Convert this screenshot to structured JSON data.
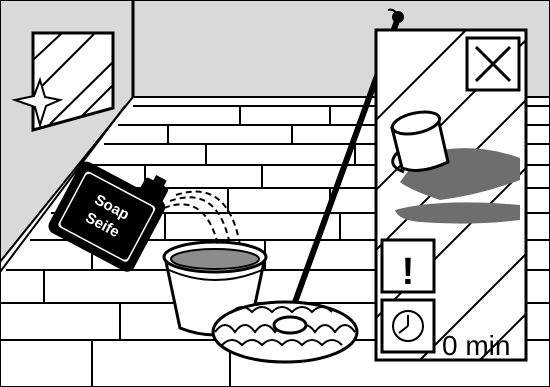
{
  "canister": {
    "label_line1": "Soap",
    "label_line2": "Seife"
  },
  "timer": {
    "value": "0 min",
    "icon": "clock-icon"
  },
  "panel": {
    "close_icon": "close-icon",
    "warning_symbol": "!",
    "warning_icon": "exclamation-icon",
    "spill_icon": "spilled-cup-icon"
  },
  "colors": {
    "ink": "#000000",
    "wall": "#d9d9d9",
    "floor": "#ffffff",
    "water": "#8c8c8c",
    "spill": "#6e6e6e"
  }
}
